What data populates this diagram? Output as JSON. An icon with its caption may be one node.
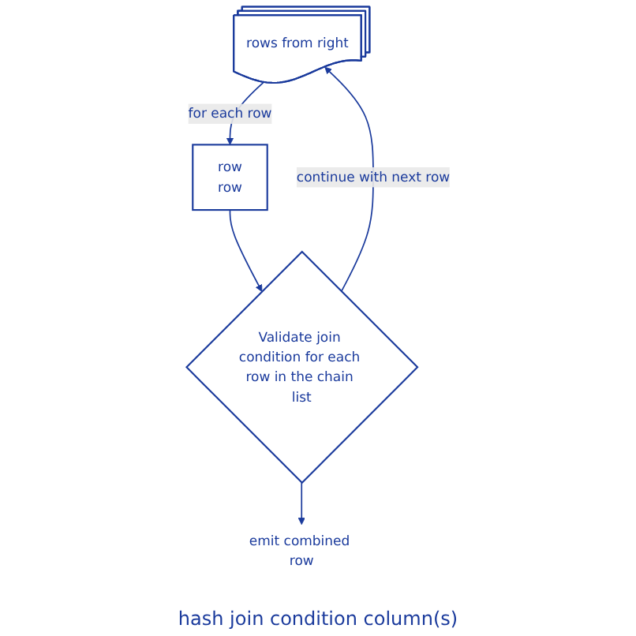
{
  "diagram": {
    "nodes": [
      {
        "text": [
          "rows from right"
        ]
      },
      {
        "text": [
          "row",
          "row"
        ]
      },
      {
        "text": [
          "Validate join condition for each row in the chain list"
        ]
      },
      {
        "text": [
          "emit combined row"
        ]
      }
    ],
    "edges": [
      {
        "from": 0,
        "to": 1,
        "arrow": "to",
        "label": "for each row"
      },
      {
        "from": 1,
        "to": 2,
        "arrow": "to"
      },
      {
        "from": 2,
        "to": 0,
        "arrow": "to",
        "label": "continue with next row"
      },
      {
        "from": 2,
        "to": 3,
        "arrow": "to"
      }
    ],
    "labels": [
      "hash join condition column(s)"
    ]
  }
}
